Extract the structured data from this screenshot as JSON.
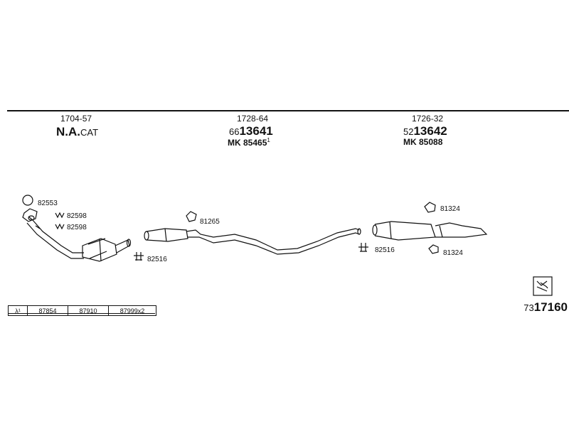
{
  "sections": [
    {
      "code": "1704-57",
      "name_main": "N.A.",
      "name_suffix": "CAT"
    },
    {
      "code": "1728-64",
      "prefix": "66",
      "number": "13641",
      "mk": "MK  85465",
      "mk_sup": "1"
    },
    {
      "code": "1726-32",
      "prefix": "52",
      "number": "13642",
      "mk": "MK  85088"
    }
  ],
  "parts": {
    "p82553": "82553",
    "p82598a": "82598",
    "p82598b": "82598",
    "p82516a": "82516",
    "p81265": "81265",
    "p82516b": "82516",
    "p81324a": "81324",
    "p81324b": "81324"
  },
  "table": {
    "lambda": "λ¹",
    "c1": "87854",
    "c2": "87910",
    "c3": "87999x2"
  },
  "reference": {
    "prefix": "73",
    "number": "17160"
  },
  "icons": {
    "cat_converter": "catalytic-converter",
    "muffler": "muffler",
    "gasket": "gasket",
    "clamp": "clamp",
    "hanger": "rubber-hanger",
    "manual": "manual-icon"
  }
}
